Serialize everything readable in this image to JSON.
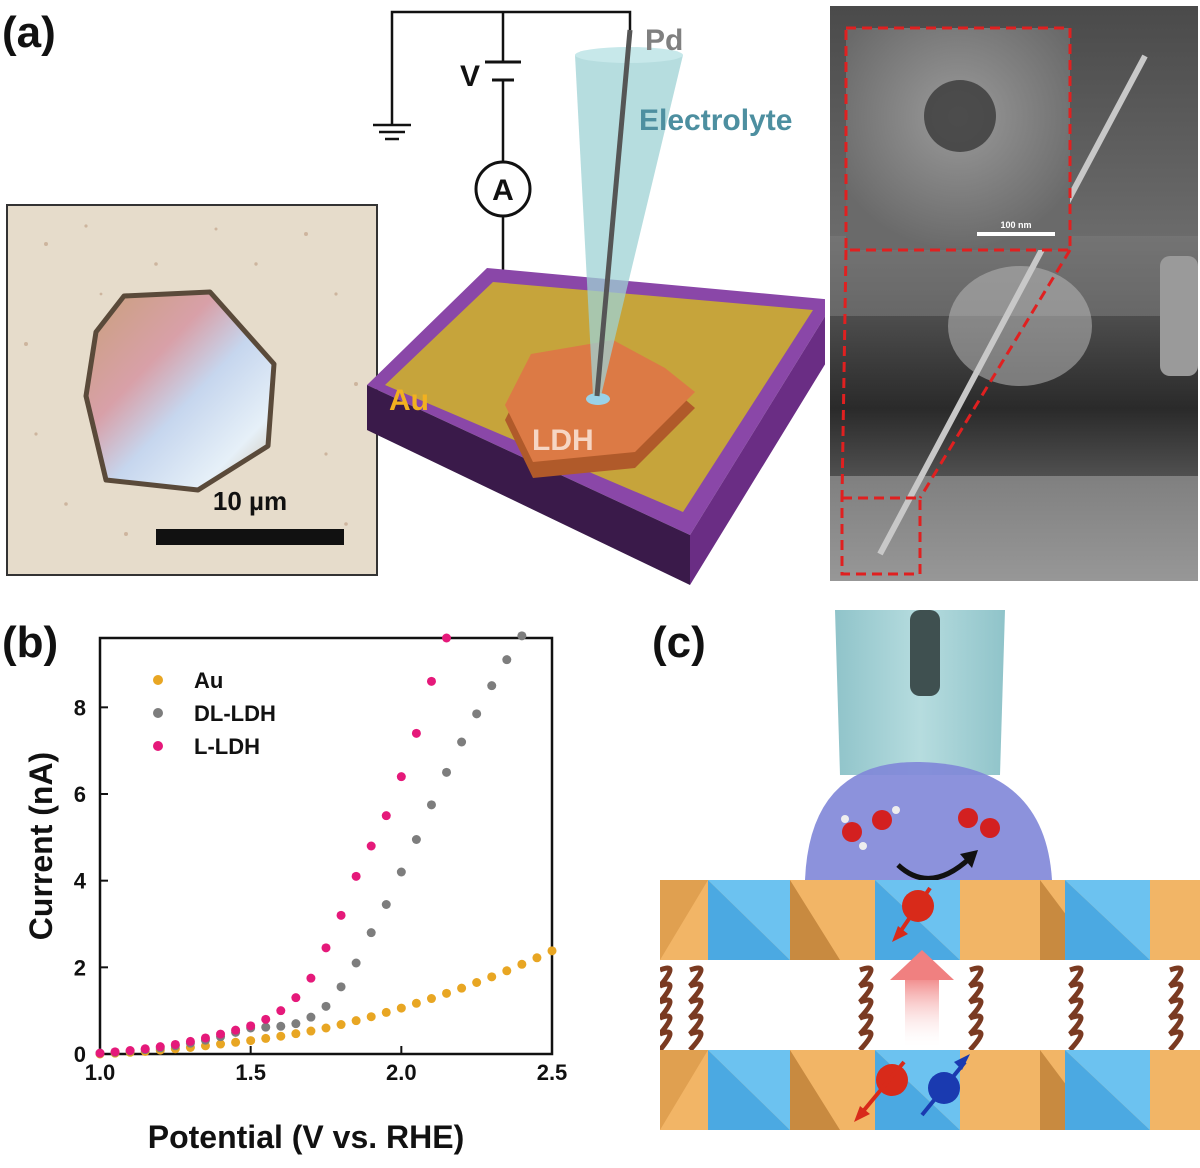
{
  "panel_a": {
    "letter": "(a)",
    "optical_scale_label": "10 µm",
    "schematic": {
      "pd_label": "Pd",
      "electrolyte_label": "Electrolyte",
      "voltage_label": "V",
      "ammeter_label": "A",
      "au_label": "Au",
      "ldh_label": "LDH"
    },
    "sem_scale_label": "100 nm"
  },
  "panel_b": {
    "letter": "(b)"
  },
  "panel_c": {
    "letter": "(c)"
  },
  "colors": {
    "au": "#e8a623",
    "dl_ldh": "#7d7d7d",
    "l_ldh": "#e5197a",
    "substrate_purple": "#7a3a9a",
    "gold_film": "#c9a83c",
    "ldh_orange": "#e07a45",
    "electrolyte": "#8ccbd0",
    "inset_frame": "#e02020"
  },
  "chart_data": {
    "type": "scatter",
    "xlabel": "Potential (V vs. RHE)",
    "ylabel": "Current (nA)",
    "xlim": [
      1.0,
      2.5
    ],
    "ylim": [
      0,
      9.6
    ],
    "xticks": [
      "1.0",
      "1.5",
      "2.0",
      "2.5"
    ],
    "yticks": [
      "0",
      "2",
      "4",
      "6",
      "8"
    ],
    "legend_position": "top-left",
    "series": [
      {
        "name": "Au",
        "color_key": "au",
        "x": [
          1.0,
          1.05,
          1.1,
          1.15,
          1.2,
          1.25,
          1.3,
          1.35,
          1.4,
          1.45,
          1.5,
          1.55,
          1.6,
          1.65,
          1.7,
          1.75,
          1.8,
          1.85,
          1.9,
          1.95,
          2.0,
          2.05,
          2.1,
          2.15,
          2.2,
          2.25,
          2.3,
          2.35,
          2.4,
          2.45,
          2.5
        ],
        "y": [
          0.0,
          0.02,
          0.04,
          0.06,
          0.09,
          0.12,
          0.15,
          0.19,
          0.23,
          0.27,
          0.31,
          0.36,
          0.41,
          0.47,
          0.53,
          0.6,
          0.68,
          0.77,
          0.86,
          0.96,
          1.06,
          1.17,
          1.28,
          1.4,
          1.52,
          1.65,
          1.78,
          1.92,
          2.07,
          2.22,
          2.38
        ]
      },
      {
        "name": "DL-LDH",
        "color_key": "dl_ldh",
        "x": [
          1.0,
          1.05,
          1.1,
          1.15,
          1.2,
          1.25,
          1.3,
          1.35,
          1.4,
          1.45,
          1.5,
          1.55,
          1.6,
          1.65,
          1.7,
          1.75,
          1.8,
          1.85,
          1.9,
          1.95,
          2.0,
          2.05,
          2.1,
          2.15,
          2.2,
          2.25,
          2.3,
          2.35,
          2.4
        ],
        "y": [
          0.02,
          0.04,
          0.07,
          0.1,
          0.14,
          0.19,
          0.25,
          0.32,
          0.4,
          0.5,
          0.6,
          0.62,
          0.64,
          0.7,
          0.85,
          1.1,
          1.55,
          2.1,
          2.8,
          3.45,
          4.2,
          4.95,
          5.75,
          6.5,
          7.2,
          7.85,
          8.5,
          9.1,
          9.65
        ]
      },
      {
        "name": "L-LDH",
        "color_key": "l_ldh",
        "x": [
          1.0,
          1.05,
          1.1,
          1.15,
          1.2,
          1.25,
          1.3,
          1.35,
          1.4,
          1.45,
          1.5,
          1.55,
          1.6,
          1.65,
          1.7,
          1.75,
          1.8,
          1.85,
          1.9,
          1.95,
          2.0,
          2.05,
          2.1,
          2.15
        ],
        "y": [
          0.02,
          0.05,
          0.08,
          0.12,
          0.17,
          0.22,
          0.29,
          0.37,
          0.46,
          0.55,
          0.65,
          0.8,
          1.0,
          1.3,
          1.75,
          2.45,
          3.2,
          4.1,
          4.8,
          5.5,
          6.4,
          7.4,
          8.6,
          9.6
        ]
      }
    ]
  }
}
